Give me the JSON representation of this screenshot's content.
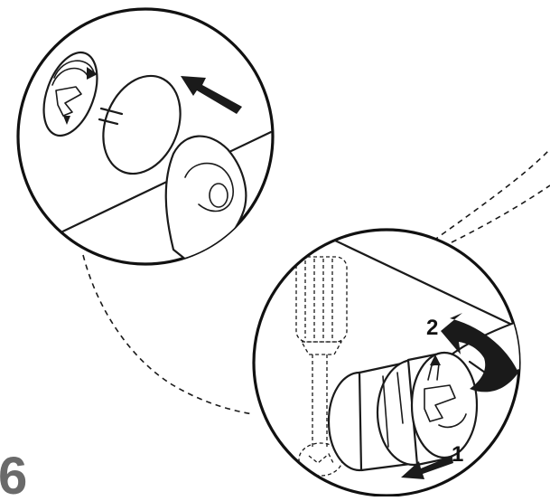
{
  "figure": {
    "step_number": "6",
    "callouts": {
      "first": "1",
      "second": "2"
    }
  },
  "icons": [
    "rotate-lock-icon",
    "screwdriver-icon",
    "push-arrow-icon",
    "rotate-arrow-icon"
  ]
}
